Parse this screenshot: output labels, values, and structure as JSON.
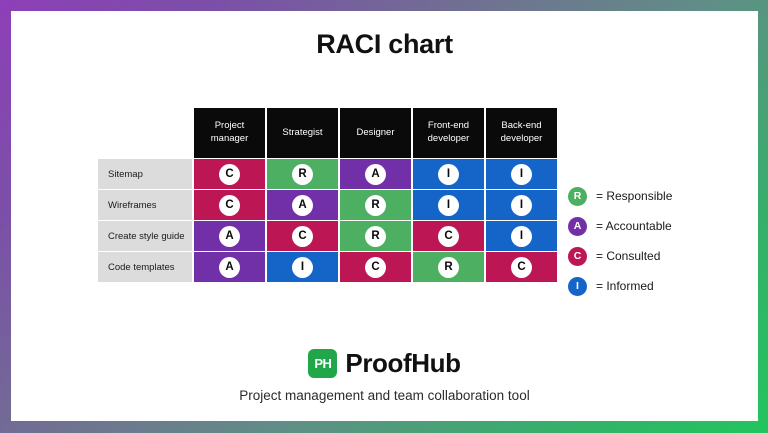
{
  "slide": {
    "title": "RACI chart",
    "border_gradient_start": "#8e3fb8",
    "border_gradient_end": "#22c55e"
  },
  "chart_data": {
    "type": "table",
    "title": "RACI chart",
    "columns": [
      "Project manager",
      "Strategist",
      "Designer",
      "Front-end developer",
      "Back-end developer"
    ],
    "rows": [
      "Sitemap",
      "Wireframes",
      "Create style guide",
      "Code templates"
    ],
    "values": [
      [
        "C",
        "R",
        "A",
        "I",
        "I"
      ],
      [
        "C",
        "A",
        "R",
        "I",
        "I"
      ],
      [
        "A",
        "C",
        "R",
        "C",
        "I"
      ],
      [
        "A",
        "I",
        "C",
        "R",
        "C"
      ]
    ],
    "role_colors": {
      "R": "#4caf62",
      "A": "#7230a8",
      "C": "#bd1655",
      "I": "#1565c9"
    },
    "header_background": "#0a0a0a",
    "rowhead_background": "#dcdcdc"
  },
  "legend": {
    "items": [
      {
        "key": "R",
        "text": "= Responsible",
        "color": "#4caf62"
      },
      {
        "key": "A",
        "text": "= Accountable",
        "color": "#7230a8"
      },
      {
        "key": "C",
        "text": "= Consulted",
        "color": "#bd1655"
      },
      {
        "key": "I",
        "text": "= Informed",
        "color": "#1565c9"
      }
    ]
  },
  "footer": {
    "logo_text": "PH",
    "brand_name": "ProofHub",
    "tagline": "Project management and team collaboration tool",
    "brand_color": "#21a64a"
  }
}
